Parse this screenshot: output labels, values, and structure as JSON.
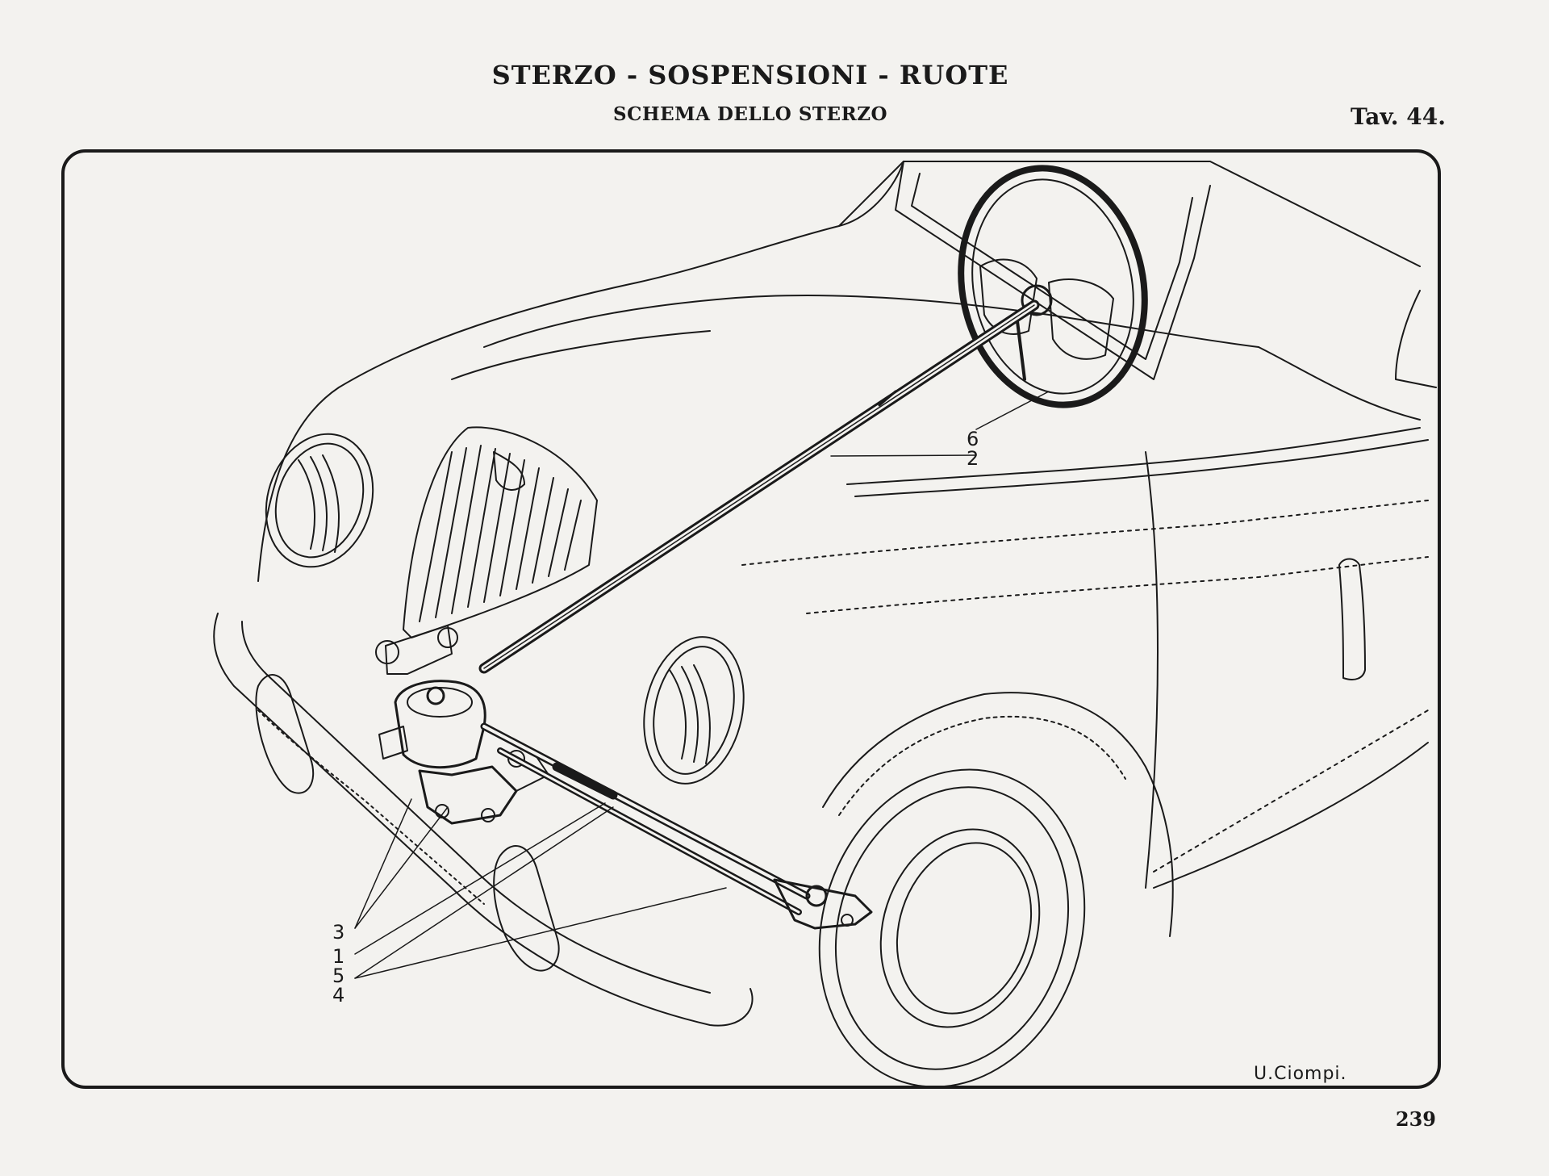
{
  "header": {
    "title": "STERZO - SOSPENSIONI - RUOTE",
    "subtitle": "SCHEMA DELLO STERZO",
    "plate": "Tav. 44."
  },
  "diagram": {
    "callouts": [
      "6",
      "2",
      "3",
      "1",
      "5",
      "4"
    ],
    "signature": "U.Ciompi."
  },
  "footer": {
    "page_number": "239"
  }
}
